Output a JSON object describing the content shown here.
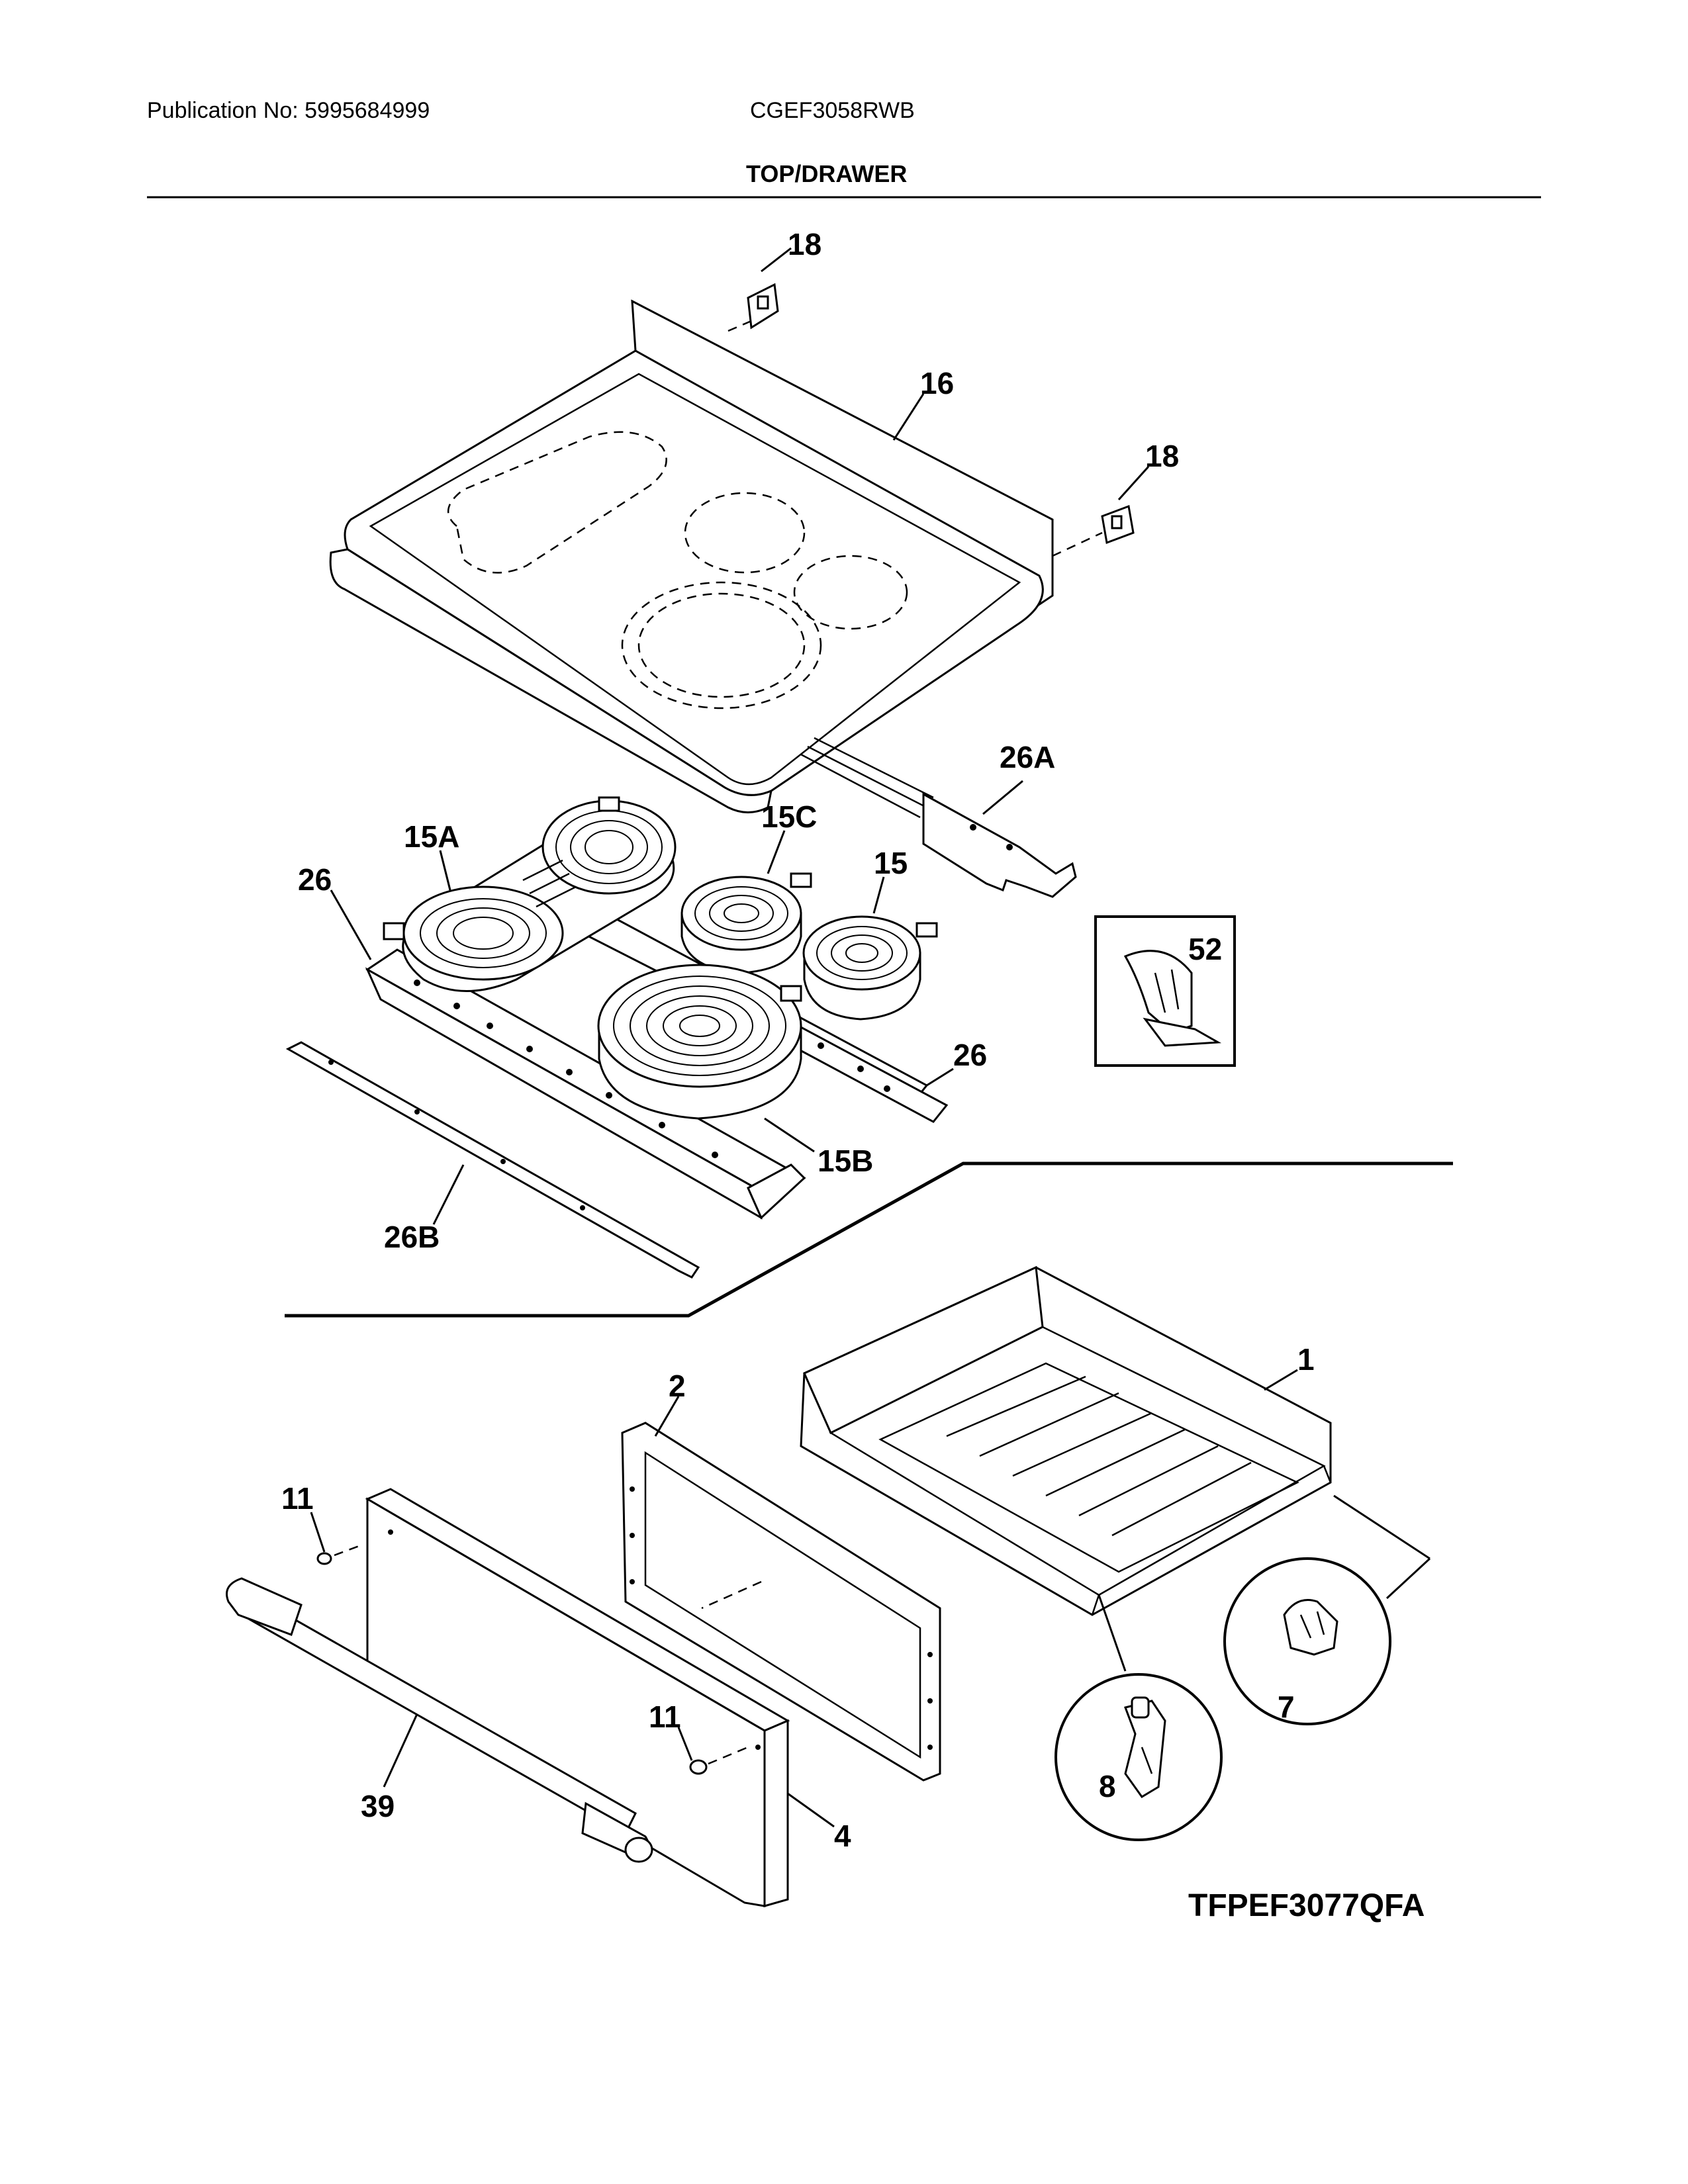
{
  "header": {
    "publication": "Publication No: 5995684999",
    "model": "CGEF3058RWB",
    "section_title": "TOP/DRAWER"
  },
  "diagram": {
    "labels": {
      "top_bracket_left": "18",
      "top_bracket_right": "18",
      "cooktop": "16",
      "wire_harness": "26A",
      "element_dual_left": "15A",
      "element_small_rear": "15C",
      "element_small_right": "15",
      "element_large_front": "15B",
      "support_left": "26",
      "support_right": "26",
      "support_front": "26B",
      "inset_clip": "52",
      "drawer_body": "1",
      "drawer_liner": "2",
      "drawer_front": "4",
      "handle": "39",
      "screw_upper": "11",
      "screw_lower": "11",
      "inset_glide": "7",
      "inset_roller": "8"
    },
    "figure_code": "TFPEF3077QFA"
  }
}
